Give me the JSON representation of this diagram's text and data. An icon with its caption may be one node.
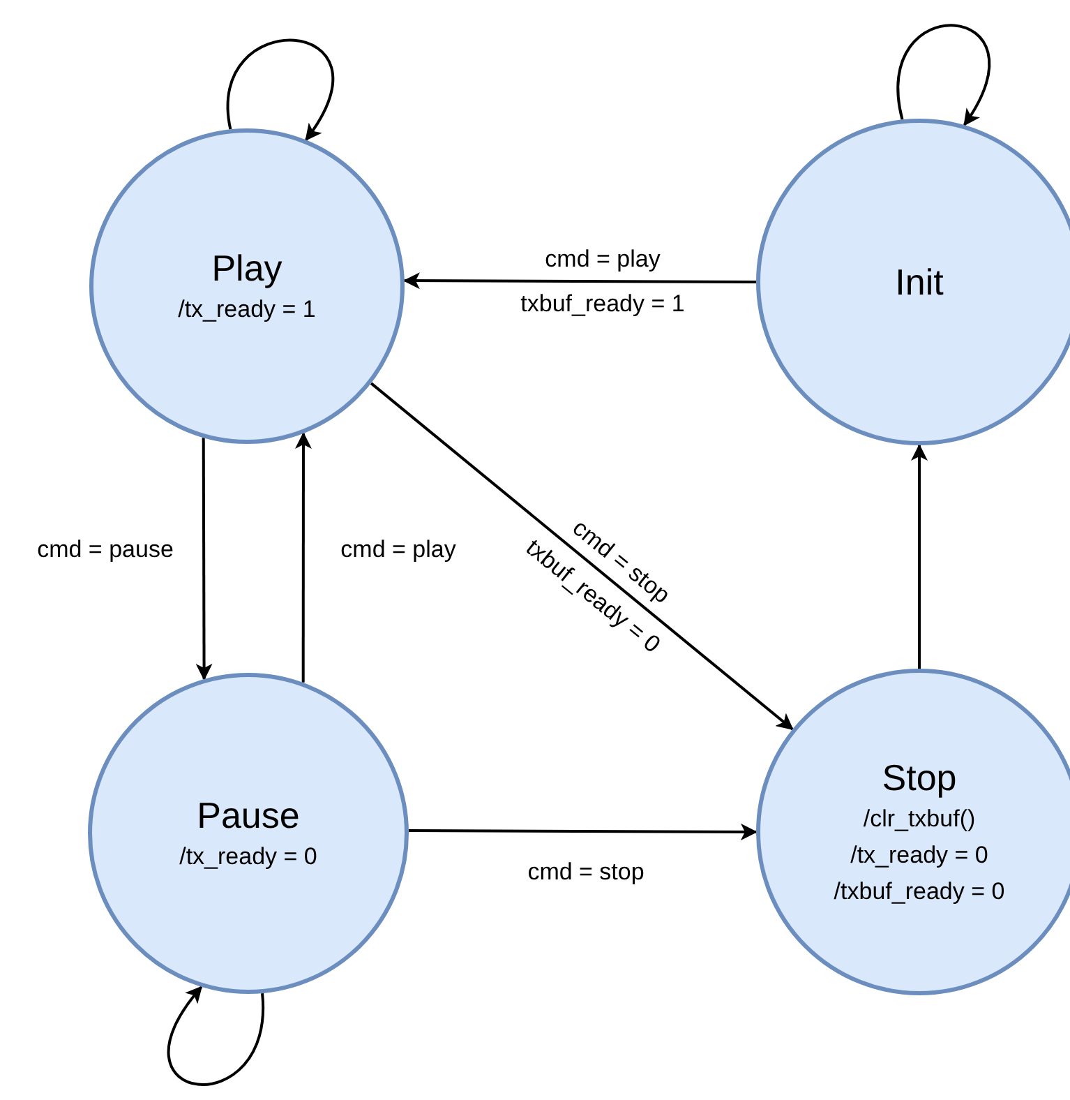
{
  "diagram": {
    "nodes": [
      {
        "text": [
          "Play",
          "/tx_ready = 1"
        ]
      },
      {
        "text": [
          "Init"
        ]
      },
      {
        "text": [
          "Pause",
          "/tx_ready = 0"
        ]
      },
      {
        "text": [
          "Stop",
          "/clr_txbuf()",
          "/tx_ready = 0",
          "/txbuf_ready = 0"
        ]
      }
    ],
    "edges": [
      {
        "from": 0,
        "to": 0,
        "arrow": "to"
      },
      {
        "from": 1,
        "to": 1,
        "arrow": "to"
      },
      {
        "from": 2,
        "to": 2,
        "arrow": "to"
      },
      {
        "from": 1,
        "to": 0,
        "arrow": "to",
        "label": "cmd = play txbuf_ready = 1"
      },
      {
        "from": 0,
        "to": 2,
        "arrow": "to",
        "label": "cmd = pause"
      },
      {
        "from": 2,
        "to": 0,
        "arrow": "to",
        "label": "cmd = play"
      },
      {
        "from": 0,
        "to": 3,
        "arrow": "to",
        "label": "cmd = stop txbuf_ready = 0"
      },
      {
        "from": 2,
        "to": 3,
        "arrow": "to",
        "label": "cmd = stop"
      },
      {
        "from": 3,
        "to": 1,
        "arrow": "to"
      }
    ]
  }
}
